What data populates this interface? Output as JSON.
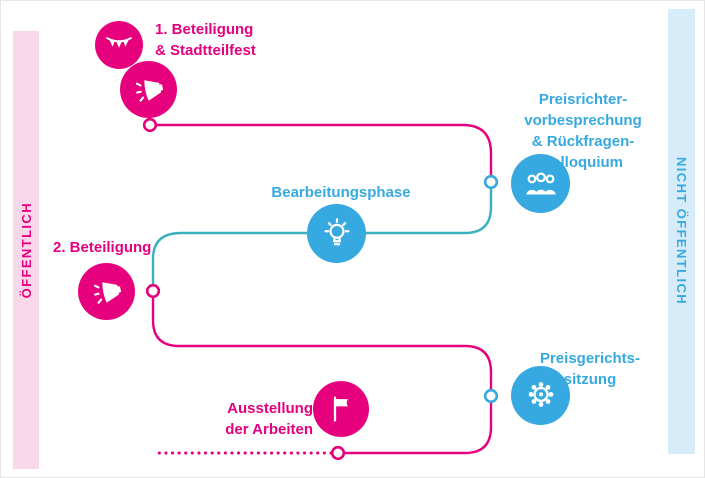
{
  "colors": {
    "pink": "#E6007E",
    "blue": "#36A9E1",
    "teal_line": "#3AAFBF",
    "pink_band_bg": "#F9D8E9",
    "blue_band_bg": "#D7ECF9"
  },
  "side_bands": {
    "left_label": "ÖFFENTLICH",
    "right_label": "NICHT ÖFFENTLICH"
  },
  "steps": {
    "step1": {
      "label": "1. Beteiligung\n& Stadtteilfest",
      "icons": [
        "bunting-icon",
        "megaphone-icon"
      ]
    },
    "jury_briefing": {
      "label": "Preisrichter-\nvorbesprechung\n& Rückfragen-\nkolloquium",
      "icons": [
        "jury-people-icon"
      ]
    },
    "work_phase": {
      "label": "Bearbeitungsphase",
      "icons": [
        "lightbulb-icon"
      ]
    },
    "step2": {
      "label": "2. Beteiligung",
      "icons": [
        "megaphone-icon"
      ]
    },
    "jury_session": {
      "label": "Preisgerichts-\nsitzung",
      "icons": [
        "award-rosette-icon"
      ]
    },
    "exhibition": {
      "label": "Ausstellung\nder Arbeiten",
      "icons": [
        "flag-icon"
      ]
    }
  }
}
